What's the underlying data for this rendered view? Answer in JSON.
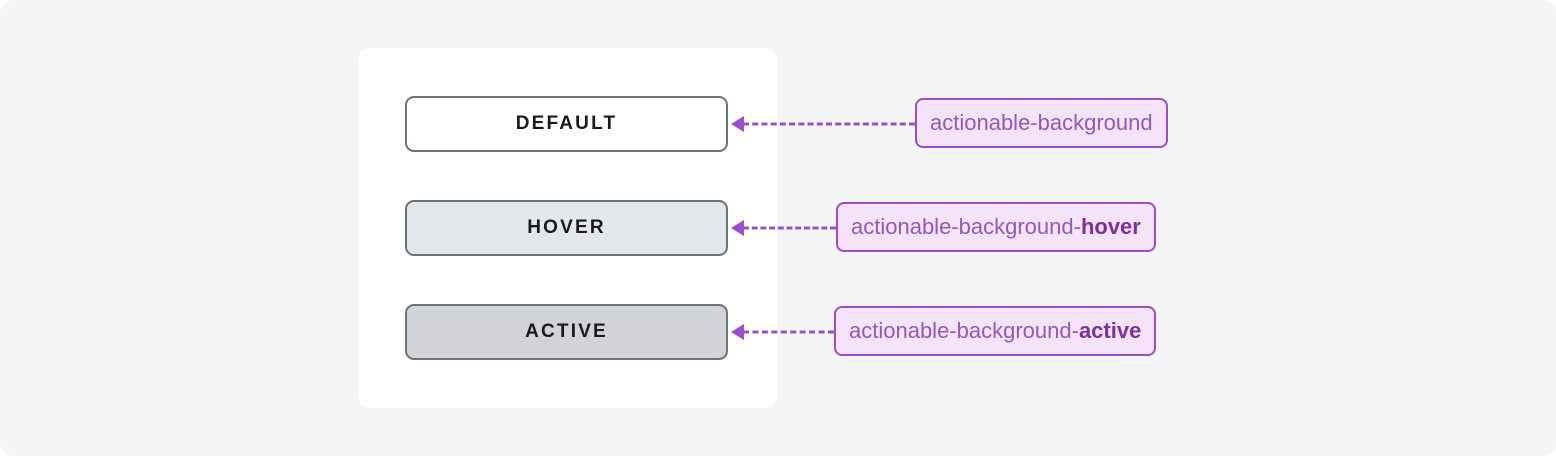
{
  "theme": {
    "page_background": "#f4f5f7",
    "card_background": "#ffffff",
    "button_border": "#6b7280",
    "accent_purple": "#9b4dca",
    "label_fill": "#f5e3fa",
    "label_text": "#9458b8",
    "label_suffix_text": "#7d2f9e"
  },
  "card": {
    "rows": [
      {
        "state_label": "DEFAULT",
        "button_fill": "#ffffff",
        "token_base": "actionable-background",
        "token_suffix": "",
        "arrow_icon": "arrow-left-icon",
        "connector_icon": "dashed-line-icon"
      },
      {
        "state_label": "HOVER",
        "button_fill": "#e4e7ea",
        "token_base": "actionable-background-",
        "token_suffix": "hover",
        "arrow_icon": "arrow-left-icon",
        "connector_icon": "dashed-line-icon"
      },
      {
        "state_label": "ACTIVE",
        "button_fill": "#d1d3d6",
        "token_base": "actionable-background-",
        "token_suffix": "active",
        "arrow_icon": "arrow-left-icon",
        "connector_icon": "dashed-line-icon"
      }
    ]
  }
}
